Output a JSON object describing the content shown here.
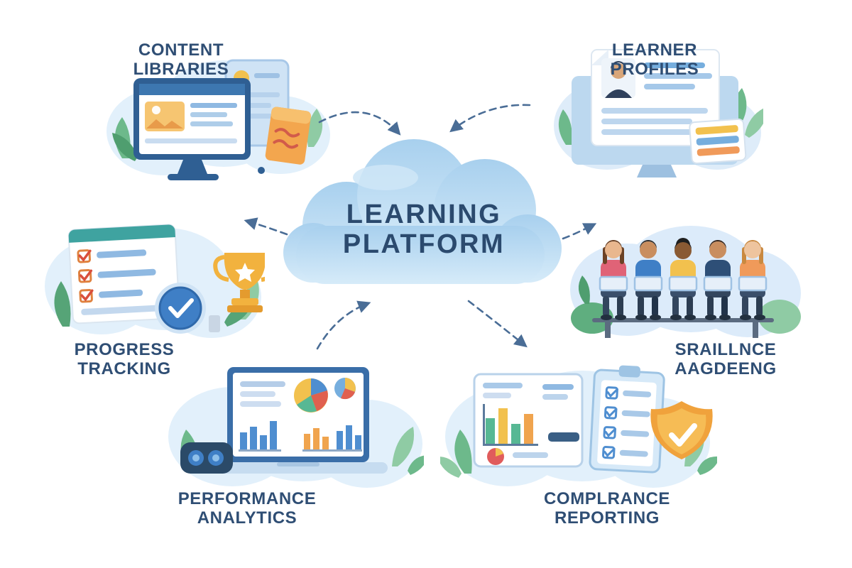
{
  "diagram": {
    "center": {
      "line1": "LEARNING",
      "line2": "PLATFORM"
    },
    "nodes": [
      {
        "id": "content-libraries",
        "line1": "CONTENT",
        "line2": "LIBRARIES"
      },
      {
        "id": "learner-profiles",
        "line1": "LEARNER",
        "line2": "PROFILES"
      },
      {
        "id": "progress-tracking",
        "line1": "PROGRESS",
        "line2": "TRACKING"
      },
      {
        "id": "social-learning",
        "line1": "SRAILLNCE",
        "line2": "AAGDEENG"
      },
      {
        "id": "performance-analytics",
        "line1": "PERFORMANCE",
        "line2": "ANALYTICS"
      },
      {
        "id": "compliance-reporting",
        "line1": "COMPLRANCE",
        "line2": "REPORTING"
      }
    ],
    "colors": {
      "background": "#ffffff",
      "label_text": "#2f4e74",
      "center_text": "#2b4a6e",
      "cloud_top": "#aad1ee",
      "cloud_bottom": "#d6ebf9",
      "blob": "#e2f0fb",
      "arrow": "#4a6d96",
      "leaf_green": "#6db98b",
      "accent_orange": "#f2a94e",
      "accent_yellow": "#f2c14e",
      "accent_blue": "#3f7fc6",
      "accent_red": "#e0604f",
      "accent_teal": "#57b894"
    }
  }
}
